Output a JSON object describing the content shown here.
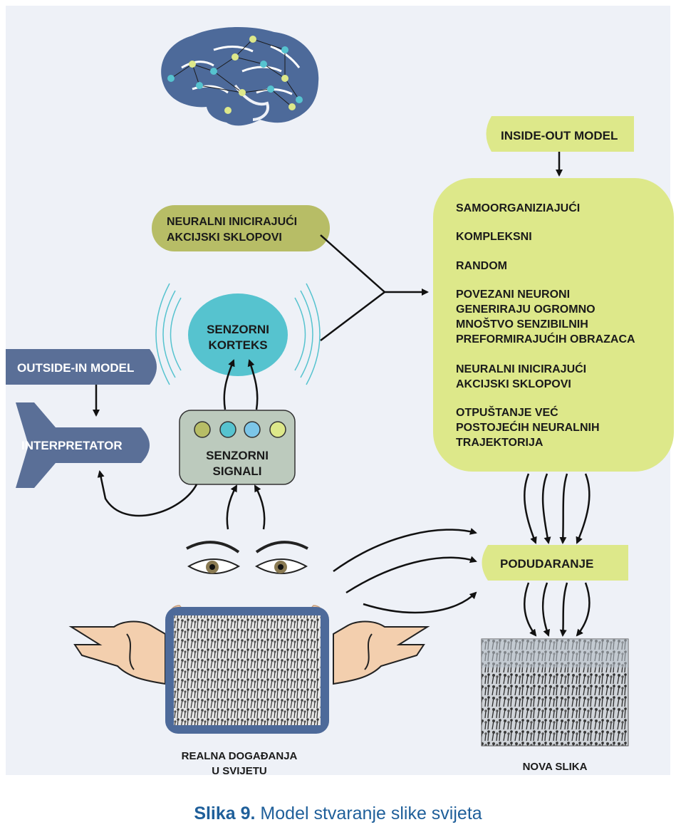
{
  "inside_out_title": "INSIDE-OUT MODEL",
  "inside_out_items": [
    "SAMOORGANIZIAJUĆI",
    "KOMPLEKSNI",
    "RANDOM",
    "POVEZANI NEURONI",
    "GENERIRAJU  OGROMNO",
    "MNOŠTVO SENZIBILNIH",
    "PREFORMIRAJUĆIH OBRAZACA",
    "NEURALNI INICIRAJUĆI",
    "AKCIJSKI SKLOPOVI",
    "OTPUŠTANJE VEĆ",
    "POSTOJEĆIH NEURALNIH",
    "TRAJEKTORIJA"
  ],
  "neural_box": [
    "NEURALNI INICIRAJUĆI",
    "AKCIJSKI SKLOPOVI"
  ],
  "cortex": [
    "SENZORNI",
    "KORTEKS"
  ],
  "outside_in": "OUTSIDE-IN MODEL",
  "interpretator": "INTERPRETATOR",
  "signals": [
    "SENZORNI",
    "SIGNALI"
  ],
  "matching": "PODUDARANJE",
  "real_events": [
    "REALNA DOGAĐANJA",
    "U SVIJETU"
  ],
  "new_image": "NOVA SLIKA",
  "caption_bold": "Slika 9.",
  "caption_text": " Model stvaranje slike svijeta",
  "colors": {
    "lime": "#dde88a",
    "olive": "#b7bd66",
    "cyan": "#56c3cf",
    "slate": "#5a6f97",
    "gray_box": "#bccabd",
    "brain": "#4d6a9a",
    "caption": "#1f5f9a"
  },
  "icons": [
    "brain-icon",
    "eyes-icon",
    "ears-icon",
    "nose-icon",
    "hands-icon",
    "crowd-picture",
    "crowd-picture-new"
  ]
}
